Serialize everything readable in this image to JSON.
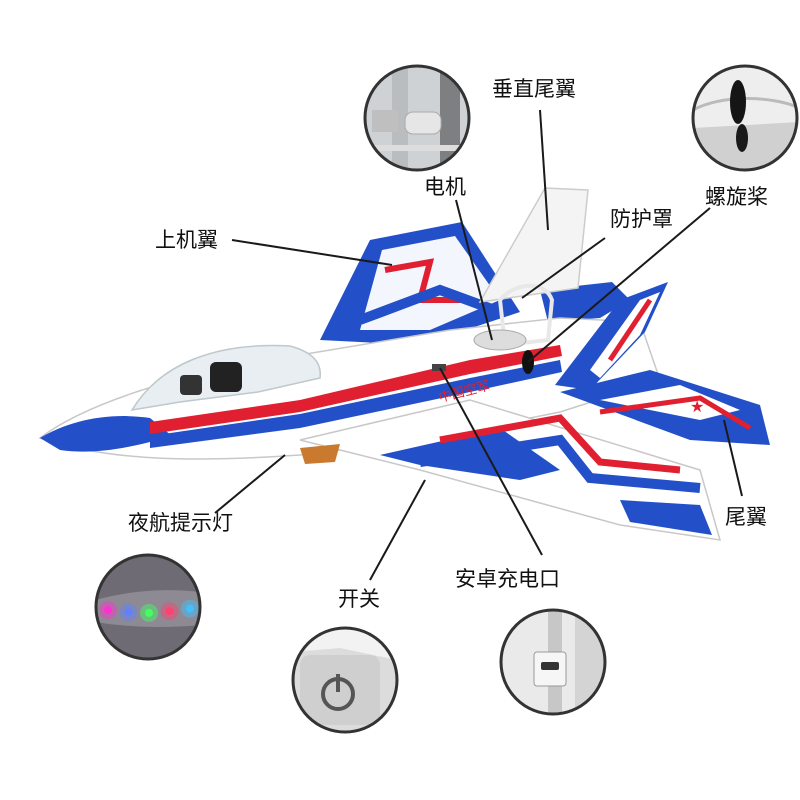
{
  "labels": {
    "vertical_tail": "垂直尾翼",
    "motor": "电机",
    "propeller": "螺旋桨",
    "guard": "防护罩",
    "upper_wing": "上机翼",
    "nav_light": "夜航提示灯",
    "tail_wing": "尾翼",
    "switch": "开关",
    "android_port": "安卓充电口"
  },
  "fuselage_text": "中国空军",
  "colors": {
    "blue": "#2350c8",
    "red": "#e02030",
    "white": "#ffffff",
    "canopy": "#e8eef2",
    "leader": "#1a1a1a",
    "inset_bg": "#d9d9d9"
  },
  "nav_light_colors": [
    "#ff30d0",
    "#6080ff",
    "#40ff60",
    "#ff4070",
    "#40c0ff"
  ]
}
